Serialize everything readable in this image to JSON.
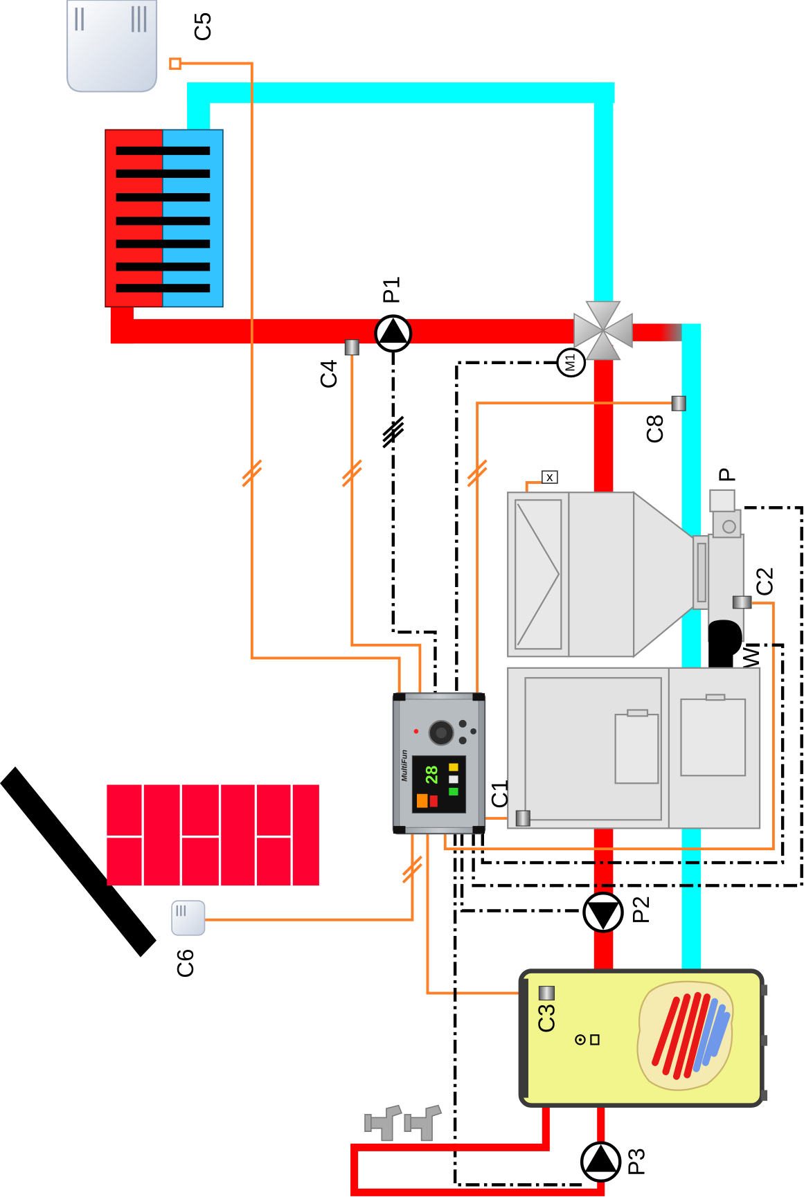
{
  "labels": {
    "c5": "C5",
    "p1": "P1",
    "c4": "C4",
    "m1": "M1",
    "c8": "C8",
    "p": "P",
    "x": "x",
    "c2": "C2",
    "w": "W",
    "c1": "C1",
    "p2": "P2",
    "c6": "C6",
    "c3": "C3",
    "p3": "P3"
  },
  "controller": {
    "brand": "MultiFun",
    "display_value": "28"
  },
  "colors": {
    "supply_pipe": "#ff0000",
    "return_pipe": "#00ffff",
    "sensor_wire": "#ff7f27",
    "control_wire": "#000000",
    "radiator_hot": "#ff1a1a",
    "radiator_cold": "#33c3ff",
    "boiler": "#e4e4e4",
    "tank": "#f2f58c",
    "bricks": "#ff0033"
  },
  "icons": [
    "room-thermostat-icon",
    "radiator-icon",
    "pump-icon",
    "mixing-valve-icon",
    "actuator-icon",
    "controller-icon",
    "pellet-hopper-icon",
    "boiler-icon",
    "fan-icon",
    "feeder-motor-icon",
    "hot-water-tank-icon",
    "faucet-icon",
    "solar-collector-icon",
    "outdoor-sensor-icon"
  ]
}
